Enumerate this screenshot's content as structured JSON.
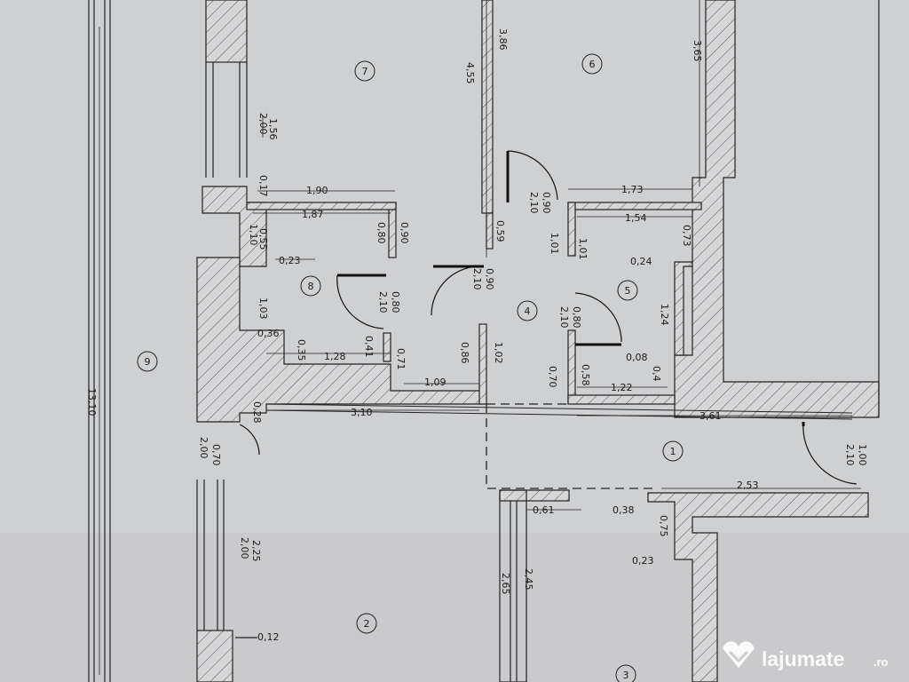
{
  "rooms": {
    "r1": "1",
    "r2": "2",
    "r3": "3",
    "r4": "4",
    "r5": "5",
    "r6": "6",
    "r7": "7",
    "r8": "8",
    "r9": "9"
  },
  "dimensions": {
    "d_13_10": "13,10",
    "d_1_56": "1,56",
    "d_2_00_a": "2,00",
    "d_0_17": "0,17",
    "d_1_90": "1,90",
    "d_1_87": "1,87",
    "d_0_55": "0,55",
    "d_1_10": "1,10",
    "d_0_23_a": "0,23",
    "d_1_03": "1,03",
    "d_0_36": "0,36",
    "d_0_35": "0,35",
    "d_1_28": "1,28",
    "d_0_41": "0,41",
    "d_0_71": "0,71",
    "d_0_80_a": "0,80",
    "d_0_90_a": "0,90",
    "d_0_80_b": "0,80",
    "d_2_10_a": "2,10",
    "d_0_90_b": "0,90",
    "d_2_10_b": "2,10",
    "d_1_09": "1,09",
    "d_0_86": "0,86",
    "d_1_02": "1,02",
    "d_3_10": "3,10",
    "d_0_28": "0,28",
    "d_0_70": "0,70",
    "d_2_00_b": "2,00",
    "d_2_25": "2,25",
    "d_2_00_c": "2,00",
    "d_0_12": "0,12",
    "d_3_86": "3,86",
    "d_4_55": "4,55",
    "d_0_59": "0,59",
    "d_0_90_c": "0,90",
    "d_2_10_c": "2,10",
    "d_3_65": "3,65",
    "d_1_73": "1,73",
    "d_1_54": "1,54",
    "d_1_01_a": "1,01",
    "d_1_01_b": "1,01",
    "d_0_73": "0,73",
    "d_0_24": "0,24",
    "d_1_24": "1,24",
    "d_0_80_c": "0,80",
    "d_2_10_d": "2,10",
    "d_0_08": "0,08",
    "d_0_4": "0,4",
    "d_0_58": "0,58",
    "d_0_70_b": "0,70",
    "d_1_22": "1,22",
    "d_3_61": "3,61",
    "d_1_00": "1,00",
    "d_2_10_e": "2,10",
    "d_2_53": "2,53",
    "d_0_61": "0,61",
    "d_0_38": "0,38",
    "d_0_75": "0,75",
    "d_0_23_b": "0,23",
    "d_2_65": "2,65",
    "d_2_45": "2,45"
  },
  "watermark": {
    "brand": "lajumate",
    "tld": ".ro"
  },
  "colors": {
    "paper": "#cfd0d2",
    "ink": "#1a1a1a",
    "wall_fill": "#d7d7d9"
  }
}
